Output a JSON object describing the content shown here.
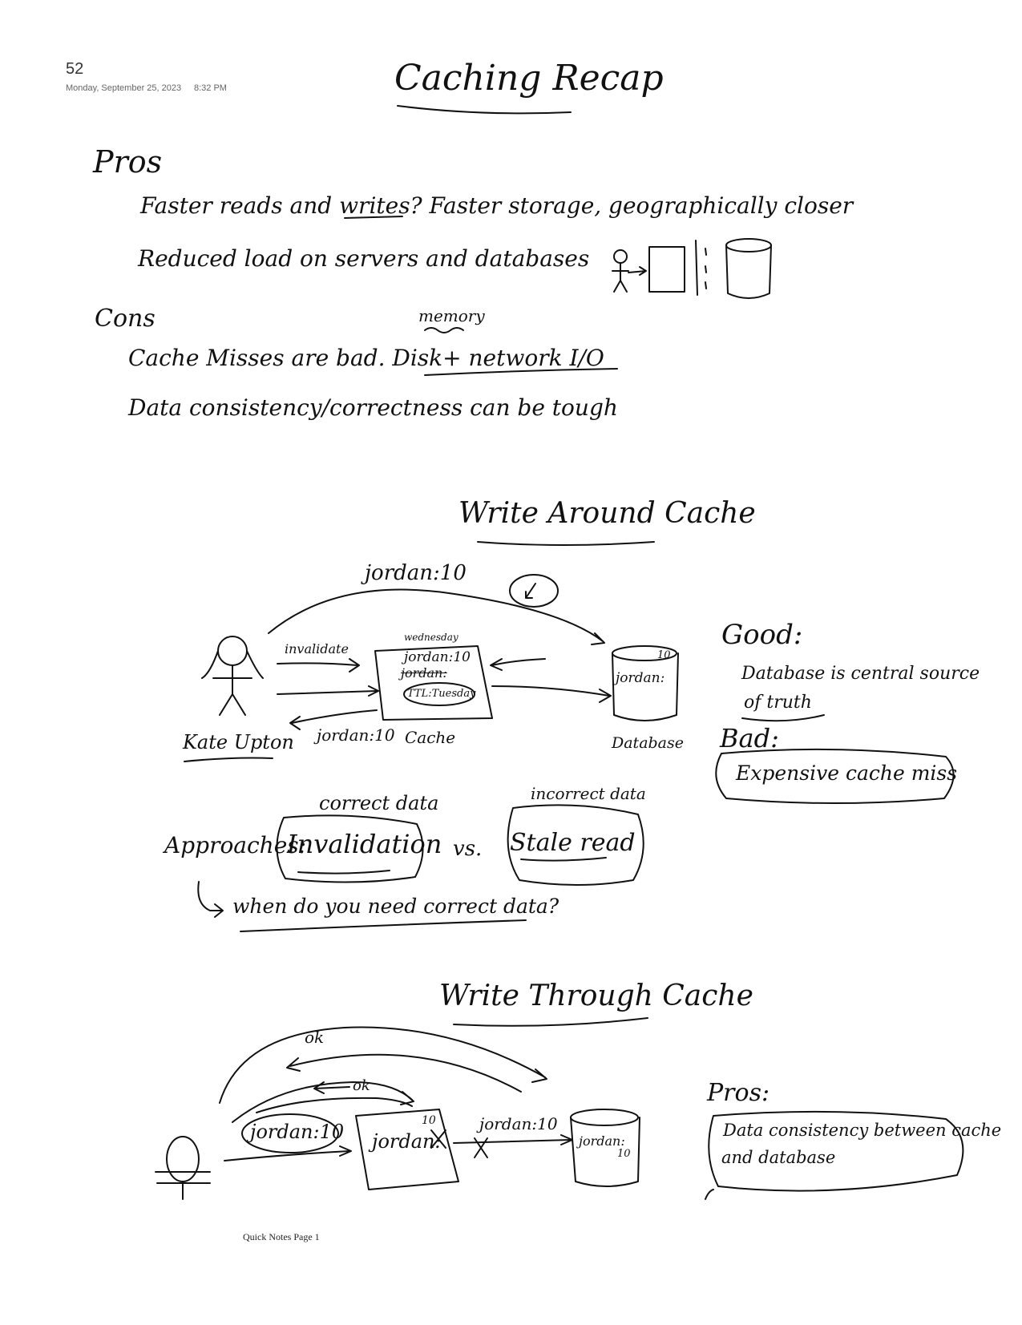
{
  "page_number": "52",
  "date": "Monday, September 25, 2023",
  "time": "8:32 PM",
  "title": "Caching Recap",
  "pros": {
    "heading": "Pros",
    "items": [
      {
        "part1": "Faster reads and ",
        "part2": "writes?",
        "part3": " Faster storage, geographically closer"
      },
      {
        "part1": "Reduced load on servers and databases"
      }
    ]
  },
  "cons": {
    "heading": "Cons",
    "memory_note": "memory",
    "items": [
      {
        "part1": "Cache Misses are bad. ",
        "part2": "Disk+ network I/O"
      },
      {
        "part1": "Data consistency/correctness can be tough"
      }
    ]
  },
  "write_around": {
    "heading": "Write Around Cache",
    "top_label": "jordan:10",
    "user_label": "Kate Upton",
    "invalidate_label": "invalidate",
    "return_label": "jordan:10",
    "cache_label": "Cache",
    "cache_day": "wednesday",
    "cache_line1": "jordan:10",
    "cache_line2": "jordan:",
    "cache_ttl": "TTL:Tuesday",
    "db_label": "Database",
    "db_entry": "jordan:",
    "db_value": "10",
    "good_heading": "Good:",
    "good_text1": "Database is central source",
    "good_text2": "of truth",
    "bad_heading": "Bad:",
    "bad_text": "Expensive cache miss"
  },
  "approaches": {
    "label": "Approaches:",
    "correct_note": "correct data",
    "option1": "Invalidation",
    "vs": "vs.",
    "incorrect_note": "incorrect data",
    "option2": "Stale read",
    "question": "when do you need correct data?"
  },
  "write_through": {
    "heading": "Write Through Cache",
    "ok_top": "ok",
    "ok_mid": "ok",
    "bubble": "jordan:10",
    "cache_entry": "jordan:",
    "cache_value": "10",
    "arrow_label": "jordan:10",
    "db_entry": "jordan:",
    "db_value": "10",
    "pros_heading": "Pros:",
    "pros_text1": "Data consistency between cache",
    "pros_text2": "and database"
  },
  "footer": "Quick Notes Page 1"
}
